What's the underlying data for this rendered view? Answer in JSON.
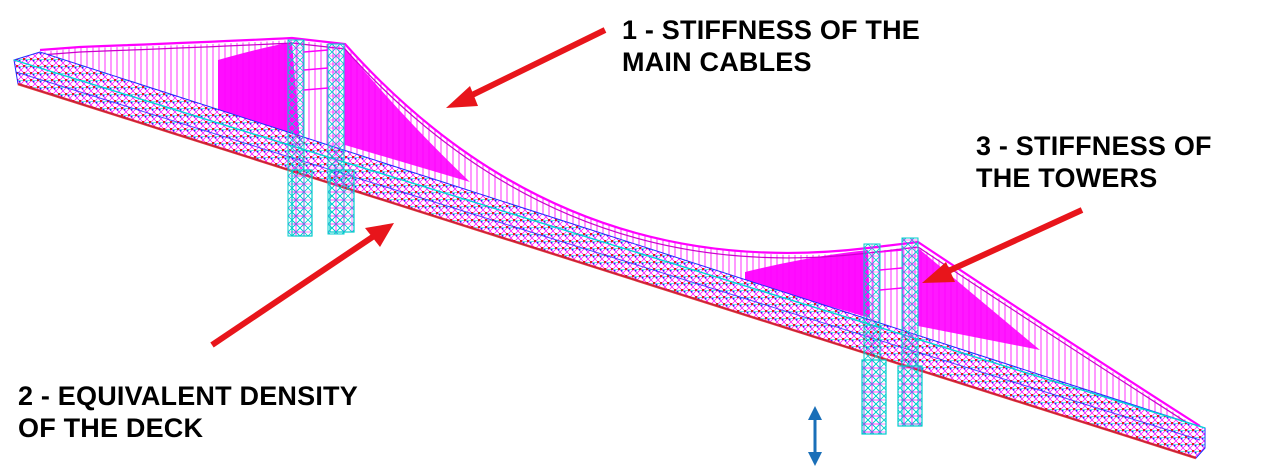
{
  "labels": {
    "cables": {
      "line1": "1 - STIFFNESS OF THE",
      "line2": "MAIN CABLES"
    },
    "towers": {
      "line1": "3 - STIFFNESS OF",
      "line2": "THE TOWERS"
    },
    "deck": {
      "line1": "2 - EQUIVALENT DENSITY",
      "line2": "OF THE DECK"
    }
  },
  "colors": {
    "annotation_arrow": "#e8151b",
    "structure_primary": "#ff00ff",
    "structure_secondary": "#00e5e5",
    "structure_tertiary": "#1f2cff",
    "vertical_indicator": "#1a6fb8"
  },
  "icons": {
    "vertical_indicator": "double-headed-vertical-arrow"
  }
}
